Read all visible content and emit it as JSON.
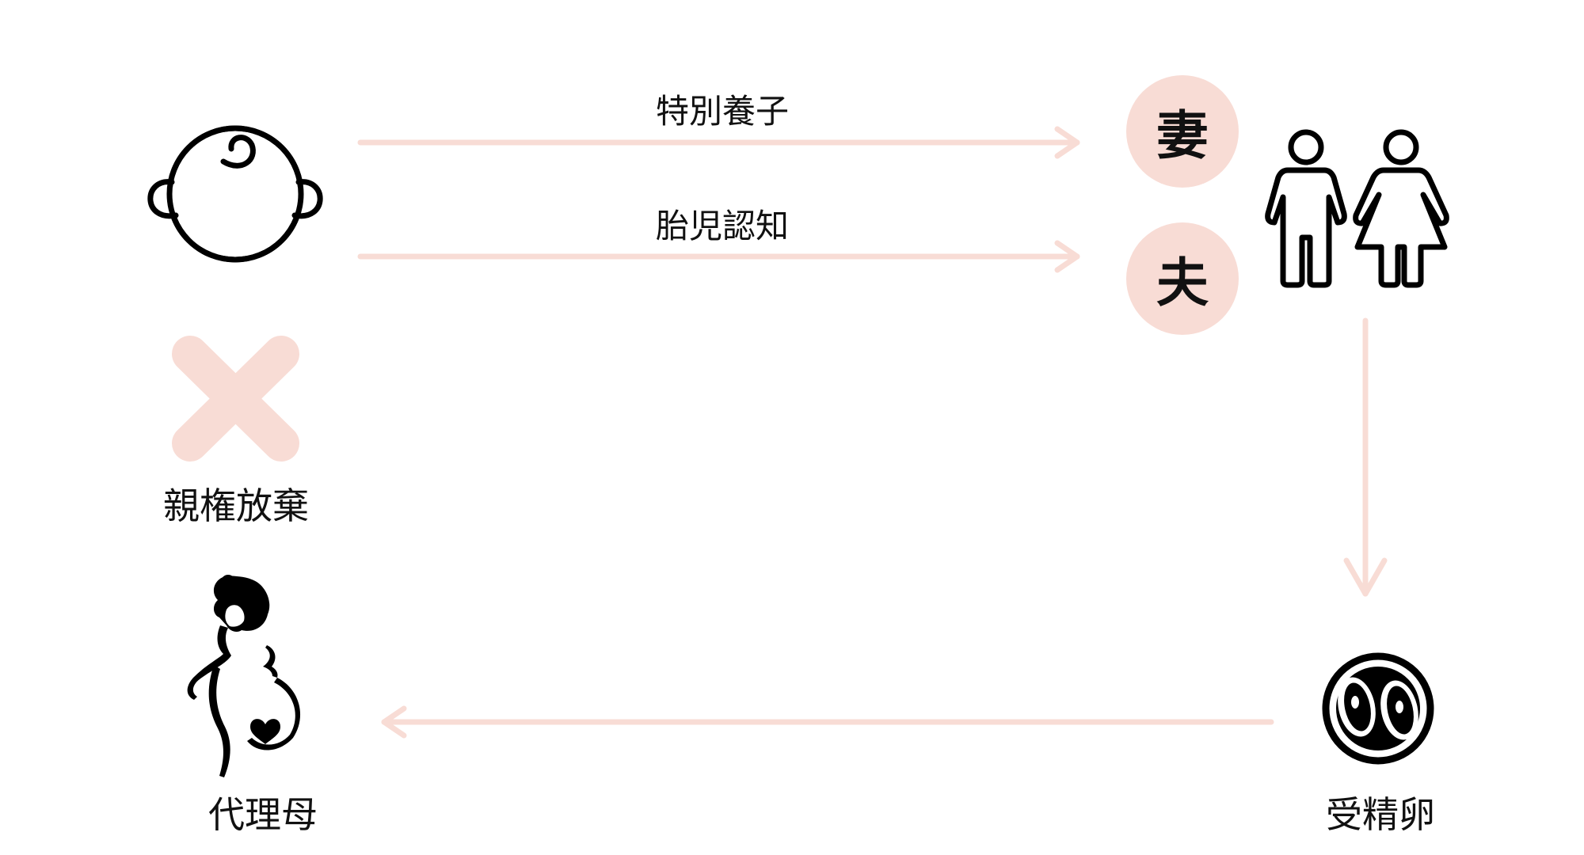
{
  "colors": {
    "arrow": "#F8DCD5",
    "circle_fill": "#F8DCD5",
    "cross": "#F8DCD5",
    "ink": "#000000",
    "text": "#111111"
  },
  "edges": {
    "adoption": "特別養子",
    "acknowledgement": "胎児認知"
  },
  "badges": {
    "wife": "妻",
    "husband": "夫"
  },
  "nodes": {
    "renounce": "親権放棄",
    "surrogate": "代理母",
    "embryo": "受精卵"
  },
  "icons": {
    "baby": "baby-face-icon",
    "couple": "couple-icon",
    "cross": "cross-icon",
    "pregnant": "pregnant-woman-icon",
    "embryo": "fertilized-egg-icon"
  }
}
